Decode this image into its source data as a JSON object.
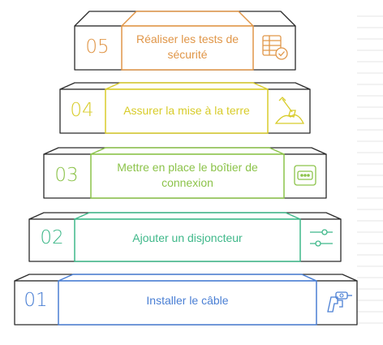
{
  "steps": [
    {
      "number": "01",
      "label": "Installer le câble",
      "icon": "drill-icon",
      "color": "#4a7fd4"
    },
    {
      "number": "02",
      "label": "Ajouter un disjoncteur",
      "icon": "sliders-icon",
      "color": "#3fb88a"
    },
    {
      "number": "03",
      "label": "Mettre en place le boîtier de connexion",
      "icon": "junction-box-icon",
      "color": "#8cc34a"
    },
    {
      "number": "04",
      "label": "Assurer la mise à la terre",
      "icon": "ground-shovel-icon",
      "color": "#d8cc2a"
    },
    {
      "number": "05",
      "label": "Réaliser les tests de sécurité",
      "icon": "checklist-icon",
      "color": "#e09648"
    }
  ]
}
